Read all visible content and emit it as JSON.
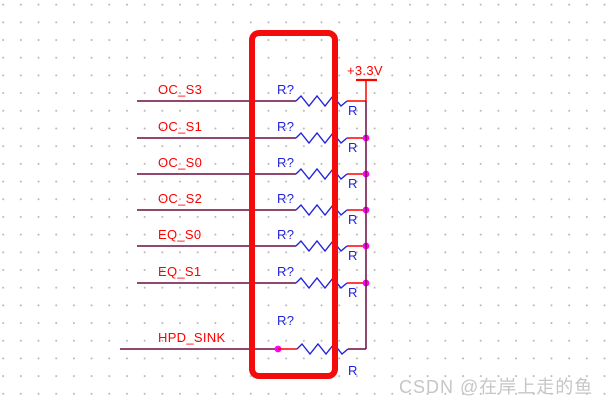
{
  "diagram": {
    "power_net": "+3.3V",
    "rows": [
      {
        "net": "OC_S3",
        "designator": "R?",
        "value": "R"
      },
      {
        "net": "OC_S1",
        "designator": "R?",
        "value": "R"
      },
      {
        "net": "OC_S0",
        "designator": "R?",
        "value": "R"
      },
      {
        "net": "OC_S2",
        "designator": "R?",
        "value": "R"
      },
      {
        "net": "EQ_S0",
        "designator": "R?",
        "value": "R"
      },
      {
        "net": "EQ_S1",
        "designator": "R?",
        "value": "R"
      },
      {
        "net": "HPD_SINK",
        "designator": "R?",
        "value": "R"
      }
    ],
    "colors": {
      "wire": "#6e0a3e",
      "connector": "#ff0000",
      "resistor": "#2222dd",
      "component_text": "#2222dd",
      "net_label": "#ff0000",
      "power": "#ff0000",
      "junction": "#ff00ff",
      "highlight": "#f40b0b",
      "watermark": "#c6c6c6"
    },
    "watermark": "CSDN @在岸上走的鱼"
  }
}
